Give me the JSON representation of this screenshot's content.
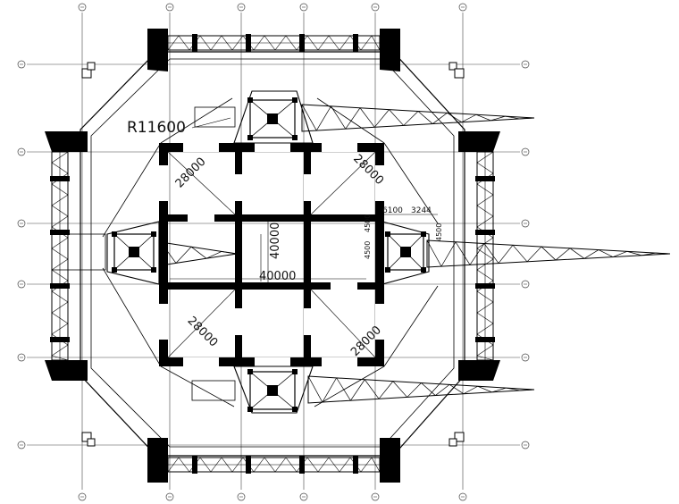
{
  "drawing": {
    "radius_label": "R11600",
    "dim_28000_labels": [
      "28000",
      "28000",
      "28000",
      "28000"
    ],
    "dim_40000_horizontal": "40000",
    "dim_40000_vertical": "40000",
    "dim_6100": "6100",
    "dim_3244": "3244",
    "small_dims_right": [
      "4500",
      "4500",
      "4500"
    ],
    "colors": {
      "ink": "#000000",
      "paper": "#ffffff"
    }
  }
}
